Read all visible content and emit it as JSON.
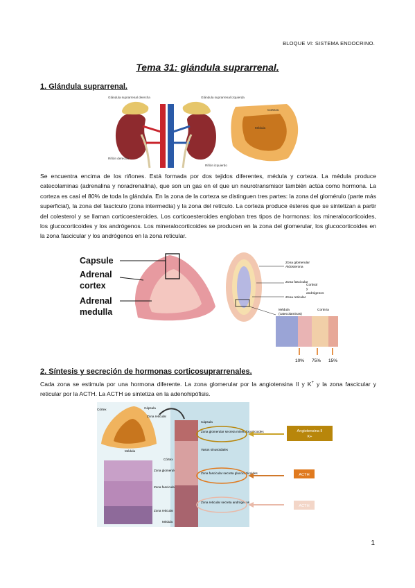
{
  "header": {
    "label": "BLOQUE VI: SISTEMA ENDOCRINO."
  },
  "title": "Tema 31: glándula suprarrenal.",
  "section1": {
    "heading": "1. Glándula suprarrenal.",
    "fig1_labels": {
      "gland_right": "Glándula suprarrenal derecha",
      "gland_left": "Glándula suprarrenal izquierda",
      "kidney_right": "Riñón derecho",
      "kidney_left": "Riñón izquierdo",
      "corteza": "Corteza",
      "medula": "Médula"
    },
    "paragraph": "Se encuentra encima de los riñones. Está formada por dos tejidos diferentes, médula y corteza. La médula produce catecolaminas (adrenalina y noradrenalina), que son un gas en el que un neurotransmisor también actúa como hormona. La corteza es casi el 80% de toda la glándula. En la zona de la corteza se distinguen tres partes: la zona del glomérulo (parte más superficial), la zona del fascículo (zona intermedia) y la zona del retículo. La corteza produce ésteres que se sintetizan a partir del colesterol y se llaman corticoesteroides. Los corticoesteroides engloban tres tipos de hormonas: los mineralocorticoides, los glucocorticoides y los andrógenos. Los mineralocorticoides se producen en la zona del glomerular, los glucocorticoides en la zona fascicular y los andrógenos en la zona reticular.",
    "fig2_labels": {
      "capsule": "Capsule",
      "cortex_1": "Adrenal",
      "cortex_2": "cortex",
      "medulla_1": "Adrenal",
      "medulla_2": "medulla"
    },
    "fig3_labels": {
      "zg_1": "Zona glomerular",
      "zg_2": "Aldosterona",
      "zf": "Zona fascicular",
      "cortisol_1": "Cortisol",
      "cortisol_2": "y",
      "cortisol_3": "andrógenos",
      "zr": "Zona reticular",
      "medula_1": "Médula",
      "medula_2": "(catecolaminas)",
      "corteza": "Corteza",
      "percent_1": "10%",
      "percent_2": "75%",
      "percent_3": "15%"
    }
  },
  "section2": {
    "heading": "2. Síntesis y secreción de hormonas corticosuprarrenales.",
    "paragraph_1": "Cada zona se estimula por una hormona diferente. La zona glomerular por la angiotensina II y K",
    "superscript": "+",
    "paragraph_2": " y la zona fascicular y reticular por la ACTH. La ACTH se sintetiza en la adenohipófisis.",
    "fig4_labels": {
      "cortex": "Córtex",
      "capsula": "Cápsula",
      "zona_reticular": "Zona reticular",
      "medula": "Médula",
      "zona_glomerular": "Zona glomerulosa",
      "zona_fascicular": "Zona fascicular",
      "zona_reticular2": "Zona reticular",
      "cortex2": "Córtex",
      "medula2": "Médula",
      "cap2": "Cápsula",
      "zg_desc": "Zona glomerular secreta mineralocorticoides",
      "vasos": "Vasos sinusoidales",
      "zf_desc": "Zona fascicular secreta glucocorticoides",
      "zr_desc": "Zona reticular secreta andrógenos"
    },
    "stimuli": [
      {
        "label": "Angiotensina II",
        "sub": "K+"
      },
      {
        "label": "ACTH",
        "sub": ""
      },
      {
        "label": "ACTH",
        "sub": ""
      }
    ]
  },
  "page_number": "1",
  "colors": {
    "arrow1": "#c9a227",
    "arrow2": "#d0782a",
    "arrow3": "#e9b9a8",
    "box1": "#b8860b",
    "box2": "#e07a1f",
    "box3": "#f3d6c8"
  }
}
